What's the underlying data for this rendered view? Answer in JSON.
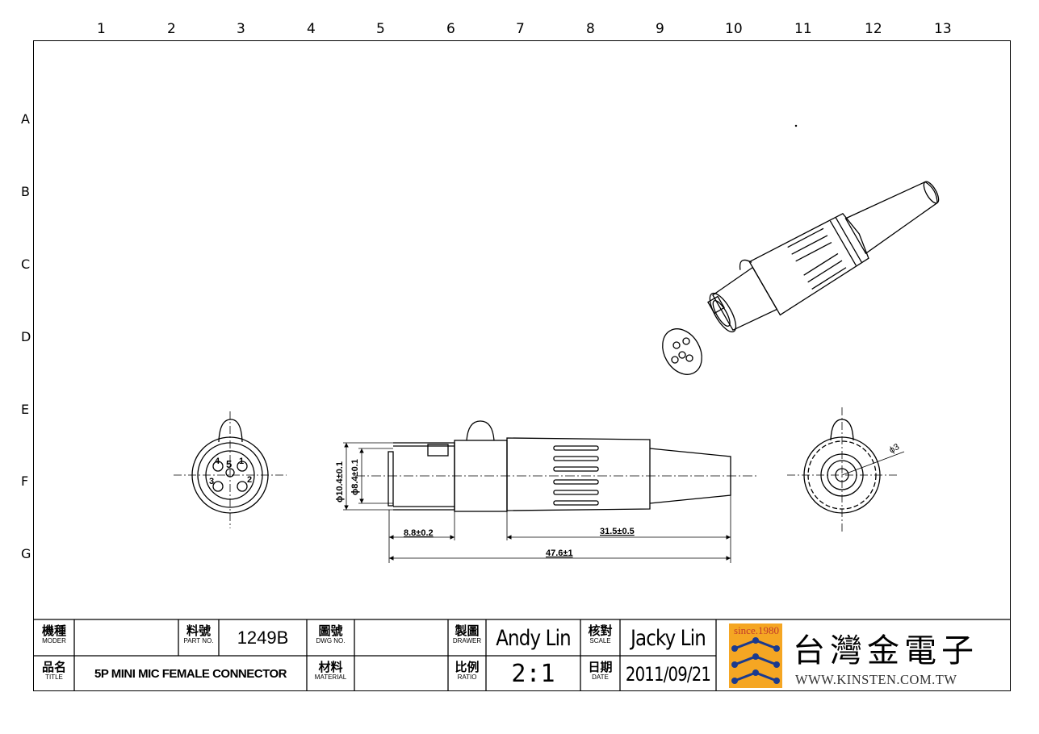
{
  "grid": {
    "columns": [
      "1",
      "2",
      "3",
      "4",
      "5",
      "6",
      "7",
      "8",
      "9",
      "10",
      "11",
      "12",
      "13"
    ],
    "rows": [
      "A",
      "B",
      "C",
      "D",
      "E",
      "F",
      "G"
    ]
  },
  "dimensions": {
    "d1": "ϕ10.4±0.1",
    "d2": "ϕ8.4±0.1",
    "d3": "8.8±0.2",
    "d4": "31.5±0.5",
    "d5": "47.6±1",
    "d6": "ϕ3"
  },
  "pin_labels": [
    "1",
    "2",
    "3",
    "4",
    "5"
  ],
  "title_block": {
    "model_zh": "機種",
    "model_en": "MODER",
    "partno_zh": "料號",
    "partno_en": "PART NO.",
    "partno_value": "1249B",
    "dwg_zh": "圖號",
    "dwg_en": "DWG NO.",
    "drawer_zh": "製圖",
    "drawer_en": "DRAWER",
    "drawer_value": "Andy Lin",
    "scale_zh": "核對",
    "scale_en": "SCALE",
    "scale_value": "Jacky Lin",
    "title_zh": "品名",
    "title_en": "TITLE",
    "title_value": "5P MINI MIC FEMALE CONNECTOR",
    "material_zh": "材料",
    "material_en": "MATERIAL",
    "ratio_zh": "比例",
    "ratio_en": "RATIO",
    "ratio_value": "2:1",
    "date_zh": "日期",
    "date_en": "DATE",
    "date_value": "2011/09/21"
  },
  "company": {
    "since": "since.1980",
    "name": "台灣金電子",
    "website": "WWW.KINSTEN.COM.TW"
  }
}
